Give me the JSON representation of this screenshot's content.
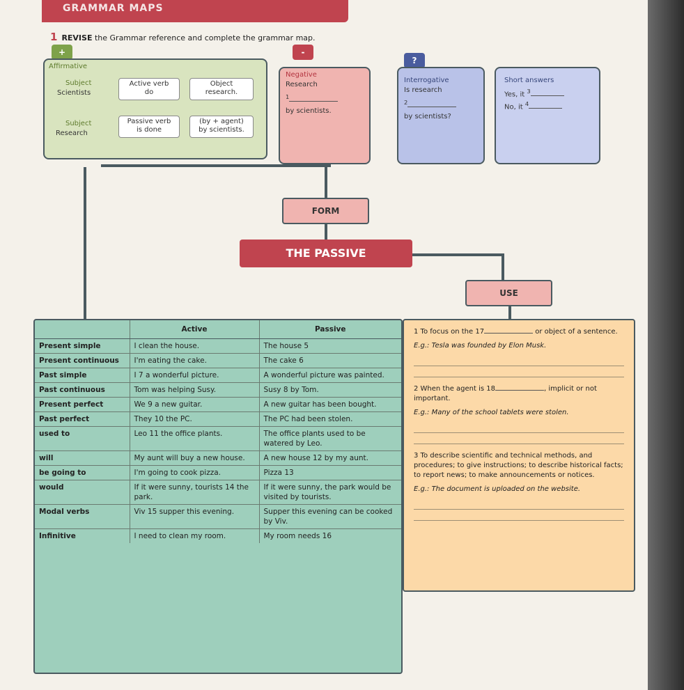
{
  "header": {
    "title": "GRAMMAR MAPS"
  },
  "instruction": {
    "number": "1",
    "bold": "REVISE",
    "rest": "the Grammar reference and complete the grammar map."
  },
  "markers": {
    "plus": "+",
    "minus": "-",
    "question": "?"
  },
  "affirmative": {
    "title": "Affirmative",
    "subject_label": "Subject",
    "subject_value": "Scientists",
    "active_label": "Active verb",
    "active_value": "do",
    "object_label": "Object",
    "object_value": "research.",
    "subject2_label": "Subject",
    "subject2_value": "Research",
    "passive_label": "Passive verb",
    "passive_value": "is done",
    "agent_label": "(by + agent)",
    "agent_value": "by scientists."
  },
  "negative": {
    "title": "Negative",
    "line1": "Research",
    "blank": "1",
    "line3": "by scientists."
  },
  "interrogative": {
    "title": "Interrogative",
    "line1": "Is research",
    "blank": "2",
    "line3": "by scientists?"
  },
  "short_answers": {
    "title": "Short answers",
    "yes": "Yes, it",
    "yes_num": "3",
    "no": "No, it",
    "no_num": "4"
  },
  "center": {
    "form": "FORM",
    "passive": "THE PASSIVE",
    "use": "USE"
  },
  "table": {
    "headers": {
      "active": "Active",
      "passive": "Passive"
    },
    "rows": [
      {
        "tense": "Present simple",
        "active": "I clean the house.",
        "passive": "The house 5"
      },
      {
        "tense": "Present continuous",
        "active": "I'm eating the cake.",
        "passive": "The cake 6"
      },
      {
        "tense": "Past simple",
        "active": "I 7                a wonderful picture.",
        "passive": "A wonderful picture was painted."
      },
      {
        "tense": "Past continuous",
        "active": "Tom was helping Susy.",
        "passive": "Susy 8                by Tom."
      },
      {
        "tense": "Present perfect",
        "active": "We 9                a new guitar.",
        "passive": "A new guitar has been bought."
      },
      {
        "tense": "Past perfect",
        "active": "They 10                the PC.",
        "passive": "The PC had been stolen."
      },
      {
        "tense": "used to",
        "active": "Leo 11                the office plants.",
        "passive": "The office plants used to be watered by Leo."
      },
      {
        "tense": "will",
        "active": "My aunt will buy a new house.",
        "passive": "A new house 12                by my aunt."
      },
      {
        "tense": "be going to",
        "active": "I'm going to cook pizza.",
        "passive": "Pizza 13"
      },
      {
        "tense": "would",
        "active": "If it were sunny, tourists 14                the park.",
        "passive": "If it were sunny, the park would be visited by tourists."
      },
      {
        "tense": "Modal verbs",
        "active": "Viv 15                supper this evening.",
        "passive": "Supper this evening can be cooked by Viv."
      },
      {
        "tense": "Infinitive",
        "active": "I need to clean my room.",
        "passive": "My room needs 16"
      }
    ]
  },
  "use": {
    "item1": "1 To focus on the 17",
    "item1_tail": "or object of a sentence.",
    "item1_eg": "E.g.: Tesla was founded by Elon Musk.",
    "item2": "2 When the agent is 18",
    "item2_tail": ", implicit or not important.",
    "item2_eg": "E.g.: Many of the school tablets were stolen.",
    "item3": "3 To describe scientific and technical methods, and procedures; to give instructions; to describe historical facts; to report news; to make announcements or notices.",
    "item3_eg": "E.g.: The document is uploaded on the website."
  }
}
